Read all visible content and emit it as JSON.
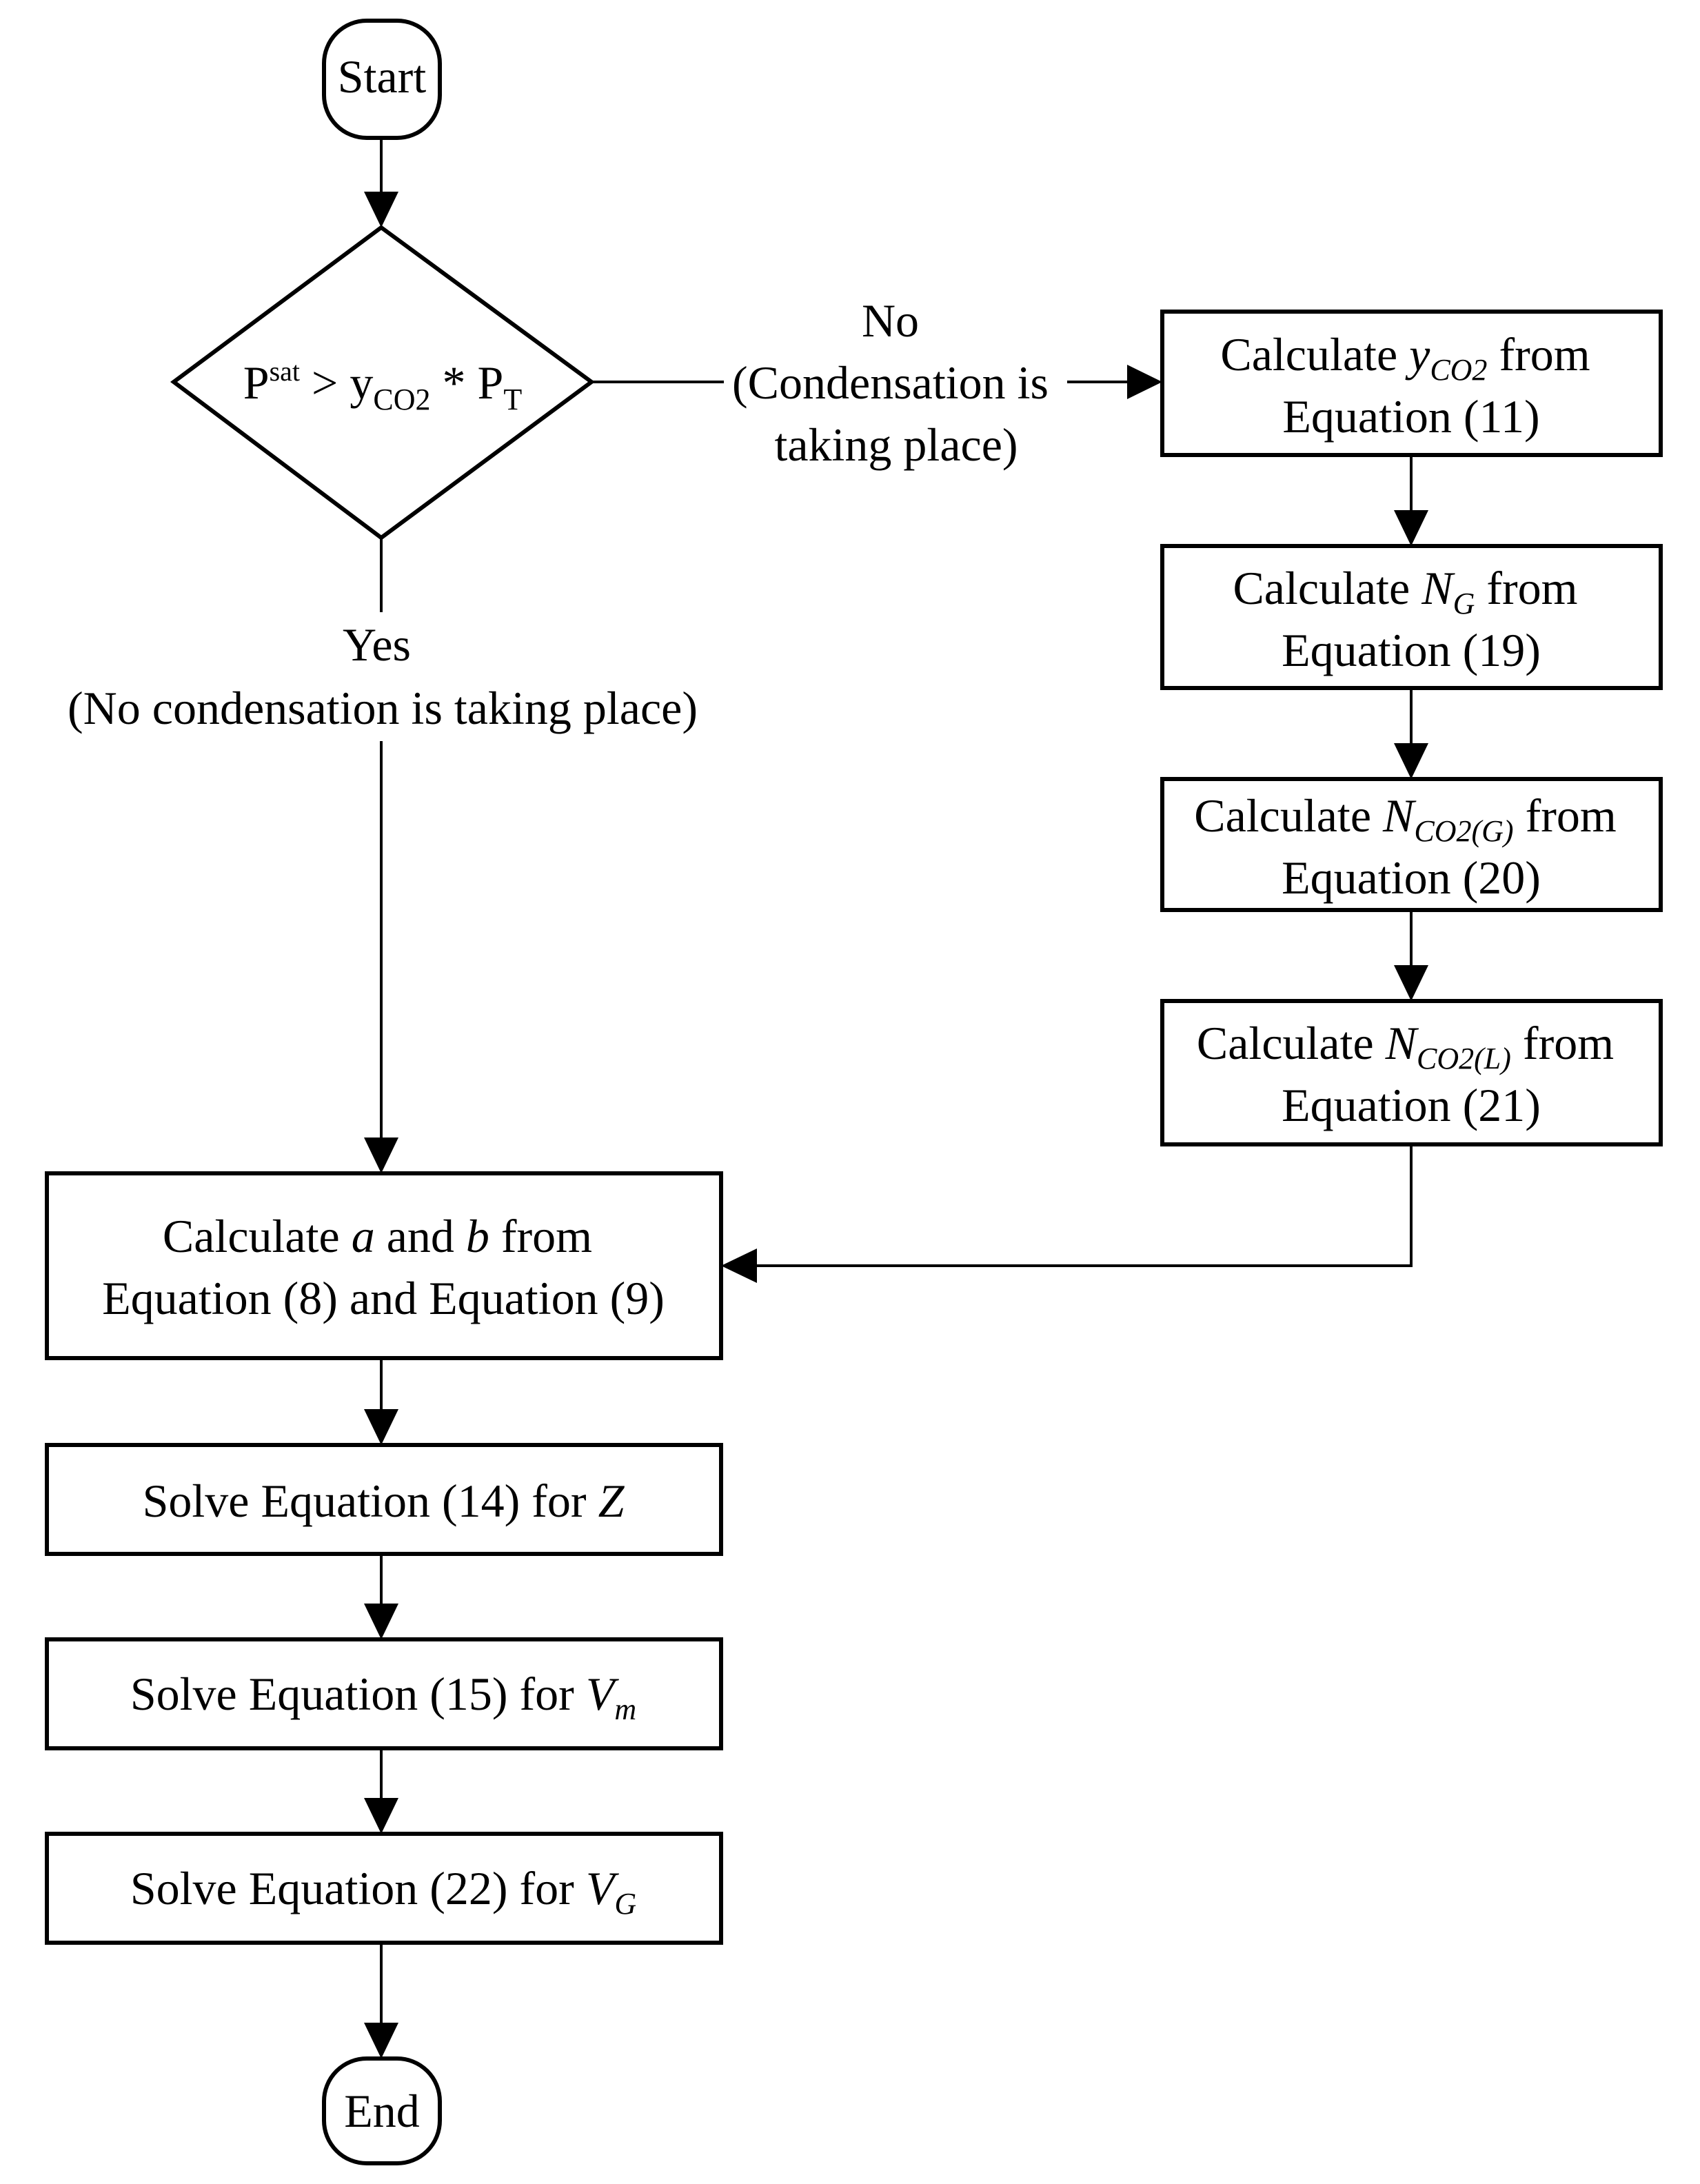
{
  "start": "Start",
  "end": "End",
  "decision": {
    "p": "P",
    "p_sup": "sat",
    "op": " > ",
    "y": "y",
    "y_sub": "CO2",
    "mul": " * ",
    "pt": "P",
    "pt_sub": "T"
  },
  "no_branch": [
    "No",
    "(Condensation is",
    "taking place)"
  ],
  "yes_branch": [
    "Yes",
    "(No condensation is taking place)"
  ],
  "right_steps": {
    "s1": {
      "pre": "Calculate ",
      "var": "y",
      "sub": "CO2",
      "post": " from",
      "line2": "Equation (11)"
    },
    "s2": {
      "pre": "Calculate ",
      "var": "N",
      "sub": "G",
      "post": " from",
      "line2": "Equation (19)"
    },
    "s3": {
      "pre": "Calculate ",
      "var": "N",
      "sub": "CO2(G)",
      "post": " from",
      "line2": "Equation (20)"
    },
    "s4": {
      "pre": "Calculate ",
      "var": "N",
      "sub": "CO2(L)",
      "post": " from",
      "line2": "Equation (21)"
    }
  },
  "ab_step": {
    "pre": "Calculate ",
    "a": "a",
    "mid": " and ",
    "b": "b",
    "post": " from",
    "line2": "Equation (8) and Equation (9)"
  },
  "z_step": {
    "pre": "Solve Equation (14) for ",
    "var": "Z"
  },
  "vm_step": {
    "pre": "Solve Equation (15) for ",
    "var": "V",
    "sub": "m"
  },
  "vg_step": {
    "pre": "Solve Equation (22) for ",
    "var": "V",
    "sub": "G"
  }
}
